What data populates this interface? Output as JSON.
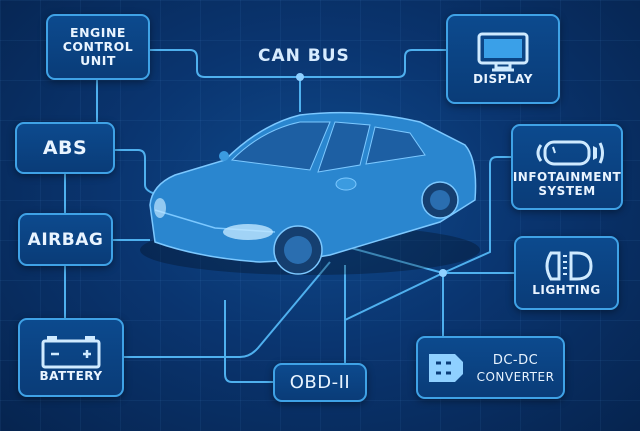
{
  "title": "CAN BUS",
  "nodes": {
    "ecu": "ENGINE CONTROL UNIT",
    "display": "DISPLAY",
    "abs": "ABS",
    "airbag": "AIRBAG",
    "infotainment": "INFOTAINMENT SYSTEM",
    "lighting": "LIGHTING",
    "battery": "BATTERY",
    "obd": "OBD-II",
    "dcdc_line1": "DC-DC",
    "dcdc_line2": "CONVERTER"
  },
  "colors": {
    "accent": "#3fa2e6",
    "background": "#0a3570",
    "car": "#2f8fd6"
  }
}
